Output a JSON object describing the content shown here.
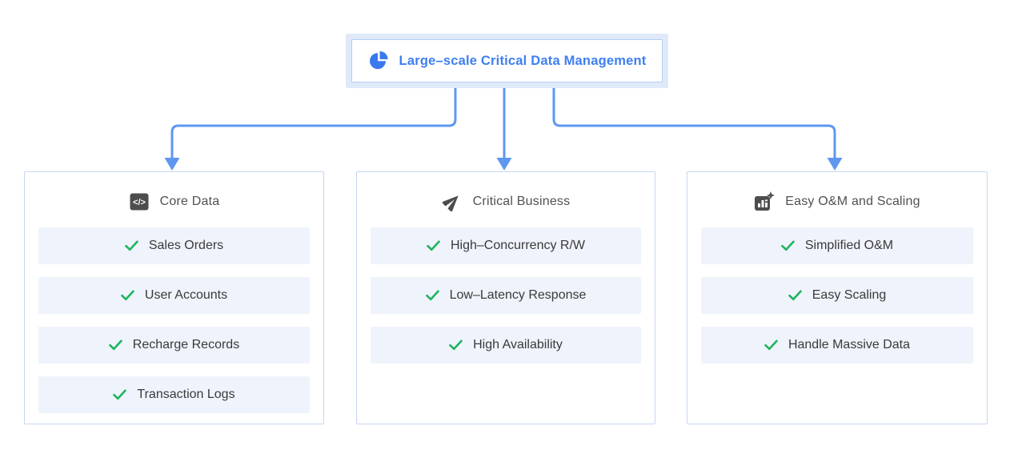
{
  "root": {
    "title": "Large–scale Critical Data Management",
    "icon": "pie-chart-icon"
  },
  "panels": [
    {
      "id": "core-data",
      "icon": "code-icon",
      "title": "Core Data",
      "items": [
        "Sales Orders",
        "User Accounts",
        "Recharge Records",
        "Transaction Logs"
      ]
    },
    {
      "id": "critical-business",
      "icon": "paper-plane-icon",
      "title": "Critical Business",
      "items": [
        "High–Concurrency R/W",
        "Low–Latency Response",
        "High Availability"
      ]
    },
    {
      "id": "easy-om-scaling",
      "icon": "bar-chart-sparkle-icon",
      "title": "Easy O&M and Scaling",
      "items": [
        "Simplified O&M",
        "Easy Scaling",
        "Handle Massive Data"
      ]
    }
  ],
  "colors": {
    "accent_blue": "#3e7ff2",
    "connector_blue": "#5e97f0",
    "check_green": "#1db45f",
    "panel_border": "#c6d6f2",
    "row_bg": "#eff3fb",
    "root_frame_bg": "#dfe9f9",
    "icon_gray": "#4d4d4d"
  }
}
